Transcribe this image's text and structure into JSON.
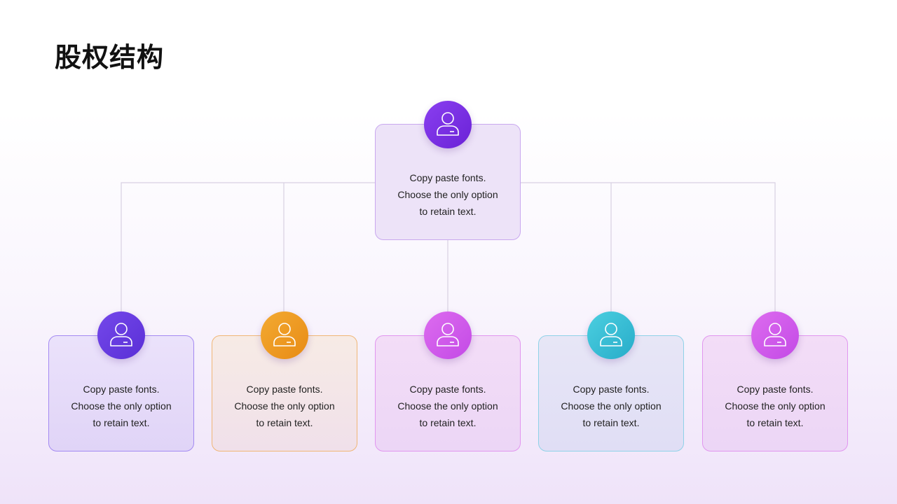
{
  "title": "股权结构",
  "nodes": {
    "top": {
      "line1": "Copy paste fonts.",
      "line2": "Choose the only option",
      "line3": "to retain text.",
      "accent": "#7a30e6"
    },
    "c1": {
      "line1": "Copy paste fonts.",
      "line2": "Choose the only option",
      "line3": "to retain text.",
      "accent": "#6538e0"
    },
    "c2": {
      "line1": "Copy paste fonts.",
      "line2": "Choose the only option",
      "line3": "to retain text.",
      "accent": "#ee9a22"
    },
    "c3": {
      "line1": "Copy paste fonts.",
      "line2": "Choose the only option",
      "line3": "to retain text.",
      "accent": "#d05ceb"
    },
    "c4": {
      "line1": "Copy paste fonts.",
      "line2": "Choose the only option",
      "line3": "to retain text.",
      "accent": "#36bdd5"
    },
    "c5": {
      "line1": "Copy paste fonts.",
      "line2": "Choose the only option",
      "line3": "to retain text.",
      "accent": "#d05ceb"
    }
  },
  "icons": {
    "avatar": "user-icon"
  },
  "colors": {
    "connector": "#d8d0e2",
    "title": "#111111"
  }
}
